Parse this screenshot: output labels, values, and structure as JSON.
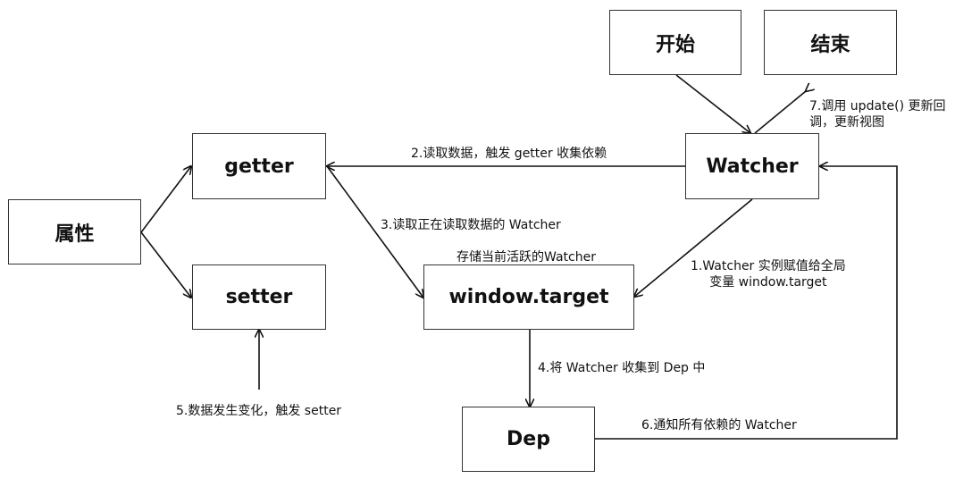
{
  "nodes": {
    "start": "开始",
    "end": "结束",
    "watcher": "Watcher",
    "getter": "getter",
    "setter": "setter",
    "property": "属性",
    "target": "window.target",
    "dep": "Dep"
  },
  "labels": {
    "step1_line1": "1.Watcher 实例赋值给全局",
    "step1_line2": "变量 window.target",
    "step2": "2.读取数据，触发 getter 收集依赖",
    "step3": "3.读取正在读取数据的 Watcher",
    "step4": "4.将 Watcher 收集到 Dep 中",
    "step5": "5.数据发生变化，触发 setter",
    "step6": "6.通知所有依赖的 Watcher",
    "step7_line1": "7.调用 update() 更新回",
    "step7_line2": "调，更新视图",
    "target_caption": "存储当前活跃的Watcher"
  }
}
